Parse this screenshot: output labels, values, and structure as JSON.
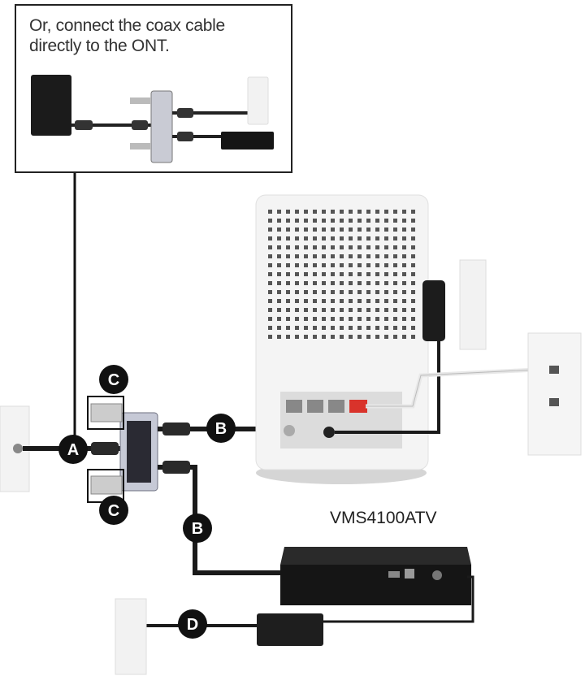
{
  "callout": {
    "text": "Or, connect the coax cable directly to the ONT."
  },
  "labels": {
    "a": "A",
    "b1": "B",
    "b2": "B",
    "c1": "C",
    "c2": "C",
    "d": "D"
  },
  "device_model": "VMS4100ATV",
  "colors": {
    "cable": "#1a1a1a",
    "badge": "#111111",
    "router": "#f4f4f4",
    "ethernet_red": "#d9332b"
  }
}
